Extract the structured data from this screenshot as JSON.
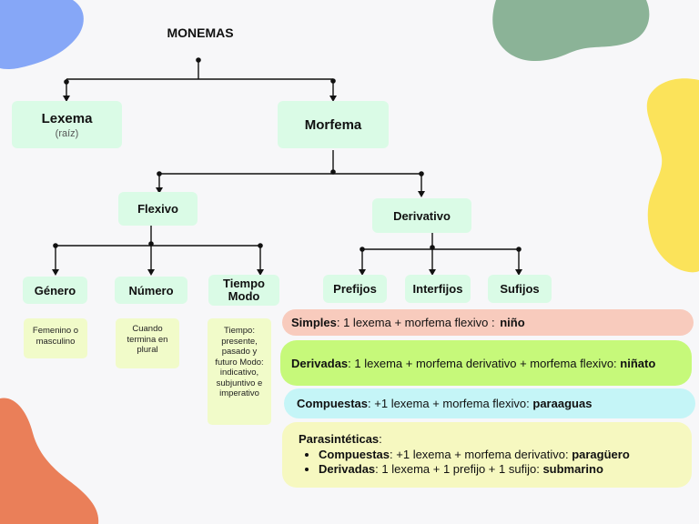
{
  "title": "MONEMAS",
  "lexema": {
    "label": "Lexema",
    "sub": "(raíz)"
  },
  "morfema": {
    "label": "Morfema"
  },
  "flexivo": {
    "label": "Flexivo"
  },
  "derivativo": {
    "label": "Derivativo"
  },
  "flexivo_children": [
    {
      "label": "Género",
      "note": "Femenino o masculino"
    },
    {
      "label": "Número",
      "note": "Cuando termina en plural"
    },
    {
      "label": "Tiempo Modo",
      "note": "Tiempo: presente, pasado y futuro Modo: indicativo, subjuntivo e imperativo"
    }
  ],
  "derivativo_children": [
    "Prefijos",
    "Interfijos",
    "Sufijos"
  ],
  "word_types": {
    "simples": {
      "name": "Simples",
      "desc": ": 1 lexema + morfema flexivo : ",
      "example": "niño",
      "color": "#f8cbbd"
    },
    "derivadas": {
      "name": "Derivadas",
      "desc": ": 1 lexema + morfema derivativo + morfema flexivo: ",
      "example": "niñato",
      "color": "#c6f97a"
    },
    "compuestas": {
      "name": "Compuestas",
      "desc": ": +1 lexema + morfema flexivo: ",
      "example": "paraaguas",
      "color": "#c5f5f7"
    },
    "parasinteticas": {
      "name": "Parasintéticas",
      "suffix": ":",
      "color": "#f6f8c0",
      "items": [
        {
          "name": "Compuestas",
          "desc": ": +1 lexema + morfema derivativo: ",
          "example": "paragüero"
        },
        {
          "name": "Derivadas",
          "desc": ": 1 lexema + 1 prefijo + 1 sufijo: ",
          "example": "submarino"
        }
      ]
    }
  },
  "colors": {
    "node": "#dafbe6",
    "leaf": "#f1fbc9",
    "blob_blue": "#86a7f7",
    "blob_green": "#8bb397",
    "blob_yellow": "#fbe35a",
    "blob_orange": "#ea7f59"
  }
}
